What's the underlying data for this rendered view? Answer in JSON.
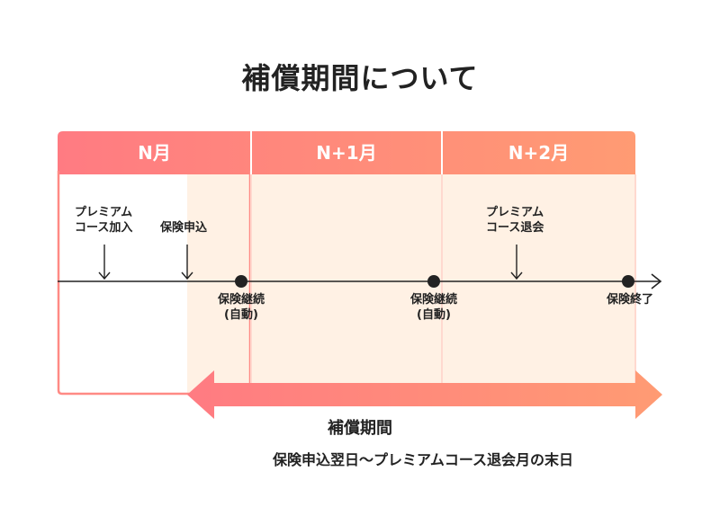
{
  "title": "補償期間について",
  "months": [
    "N月",
    "N+1月",
    "N+2月"
  ],
  "events": {
    "premium_join": [
      "プレミアム",
      "コース加入"
    ],
    "insurance_apply": "保険申込",
    "premium_leave": [
      "プレミアム",
      "コース退会"
    ],
    "renewal_1": [
      "保険継続",
      "(自動)"
    ],
    "renewal_2": [
      "保険継続",
      "(自動)"
    ],
    "insurance_end": "保険終了"
  },
  "coverage": {
    "label": "補償期間",
    "description": "保険申込翌日〜プレミアムコース退会月の末日"
  },
  "colors": {
    "gradient_start": "#ff7b82",
    "gradient_end": "#ff9b73",
    "box_border": "#ff8a85",
    "coverage_fill": "#fff1e4",
    "divider": "#ffd9cf",
    "timeline": "#222222"
  }
}
